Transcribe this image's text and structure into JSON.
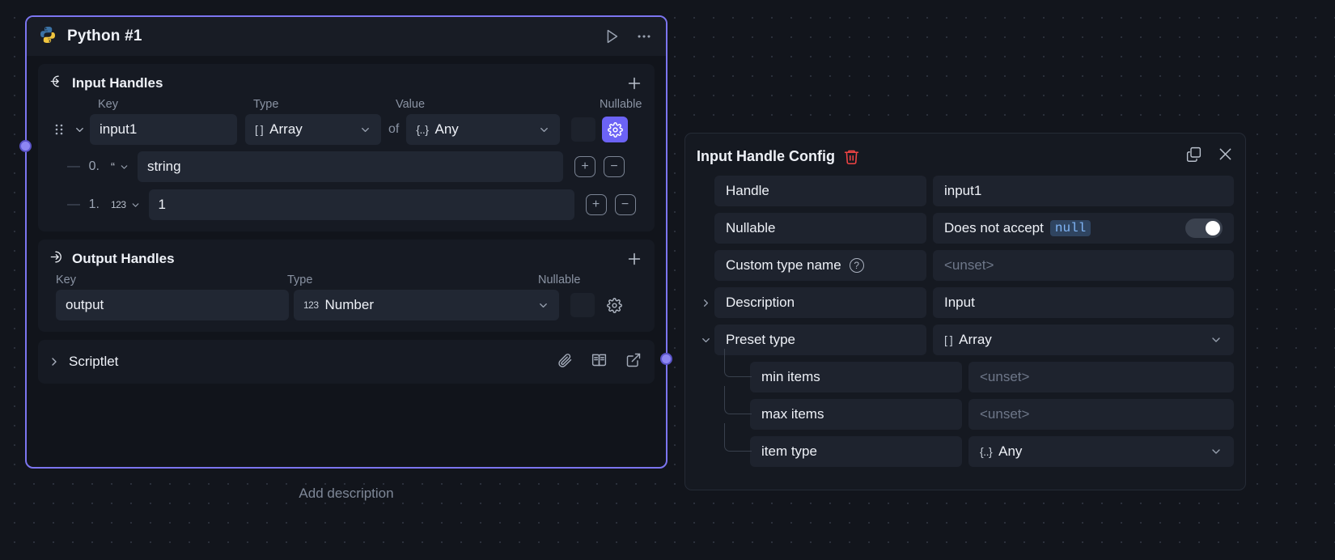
{
  "node": {
    "title": "Python #1",
    "icon": "python-icon",
    "run_icon": "play-icon",
    "more_icon": "ellipsis-icon",
    "add_description": "Add description",
    "input_section": {
      "title": "Input Handles",
      "icon": "arrow-into-circle-icon",
      "add_icon": "plus-icon",
      "columns": {
        "key": "Key",
        "type": "Type",
        "value": "Value",
        "nullable": "Nullable"
      },
      "handle": {
        "key": "input1",
        "type": "Array",
        "type_icon": "[ ]",
        "of_label": "of",
        "value_type": "Any",
        "value_type_icon": "{..}",
        "gear_active": true
      },
      "items": [
        {
          "index": "0.",
          "type_icon": "quote",
          "value": "string"
        },
        {
          "index": "1.",
          "type_icon": "123",
          "value": "1"
        }
      ],
      "add_item_label": "+",
      "remove_item_label": "−"
    },
    "output_section": {
      "title": "Output Handles",
      "icon": "arrow-out-of-circle-icon",
      "add_icon": "plus-icon",
      "columns": {
        "key": "Key",
        "type": "Type",
        "nullable": "Nullable"
      },
      "handle": {
        "key": "output",
        "type": "Number",
        "type_icon": "123"
      }
    },
    "scriptlet": {
      "title": "Scriptlet",
      "icons": [
        "paperclip-icon",
        "book-icon",
        "external-link-icon"
      ]
    }
  },
  "panel": {
    "title": "Input Handle Config",
    "delete_icon": "trash-icon",
    "popout_icon": "copy-window-icon",
    "close_icon": "close-icon",
    "rows": [
      {
        "label": "Handle",
        "value": "input1"
      },
      {
        "label": "Nullable",
        "value": "Does not accept",
        "code": "null",
        "toggle": true
      },
      {
        "label": "Custom type name",
        "help": true,
        "value": "<unset>",
        "placeholder": true
      },
      {
        "label": "Description",
        "value": "Input",
        "twist": "collapsed"
      },
      {
        "label": "Preset type",
        "value": "Array",
        "value_icon": "[ ]",
        "twist": "expanded",
        "select": true
      },
      {
        "label": "min items",
        "value": "<unset>",
        "placeholder": true,
        "child": true
      },
      {
        "label": "max items",
        "value": "<unset>",
        "placeholder": true,
        "child": true
      },
      {
        "label": "item type",
        "value": "Any",
        "value_icon": "{..}",
        "child": true,
        "select": true
      }
    ]
  },
  "colors": {
    "accent": "#7c75f0",
    "danger": "#ef4444",
    "code": "#7fb4f5",
    "canvas": "#12151c"
  }
}
